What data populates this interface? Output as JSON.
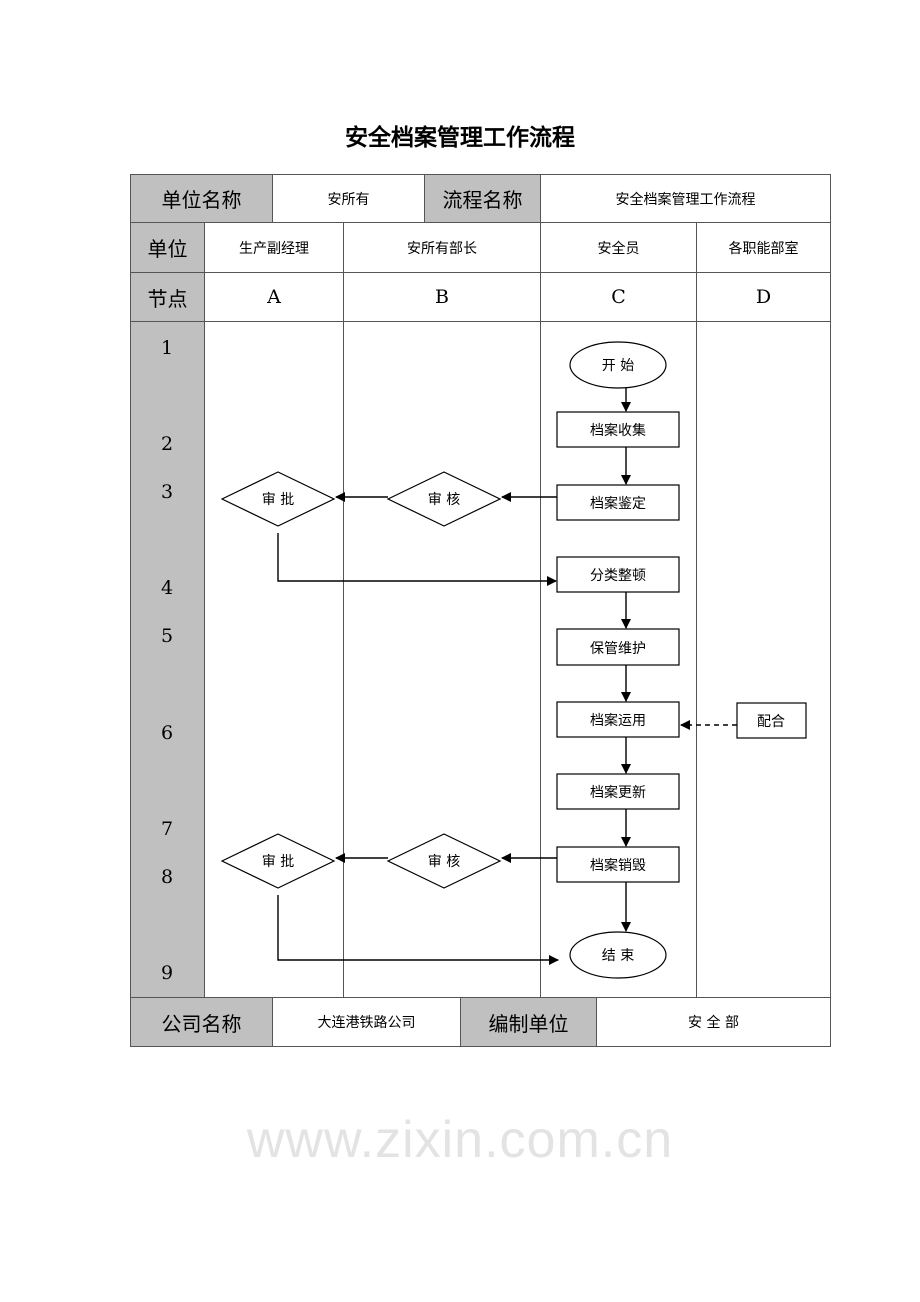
{
  "title": "安全档案管理工作流程",
  "header": {
    "unit_name_label": "单位名称",
    "unit_name_value": "安所有",
    "process_name_label": "流程名称",
    "process_name_value": "安全档案管理工作流程"
  },
  "units": {
    "label": "单位",
    "columns": [
      "生产副经理",
      "安所有部长",
      "安全员",
      "各职能部室"
    ]
  },
  "nodes": {
    "label": "节点",
    "columns": [
      "A",
      "B",
      "C",
      "D"
    ],
    "rows": [
      "1",
      "2",
      "3",
      "4",
      "5",
      "6",
      "7",
      "8",
      "9"
    ]
  },
  "flow": {
    "start": "开 始",
    "end": "结 束",
    "steps": [
      "档案收集",
      "档案鉴定",
      "分类整顿",
      "保管维护",
      "档案运用",
      "档案更新",
      "档案销毁"
    ],
    "approve": "审 批",
    "review": "审 核",
    "cooperate": "配合"
  },
  "footer": {
    "company_label": "公司名称",
    "company_value": "大连港铁路公司",
    "compiler_label": "编制单位",
    "compiler_value": "安 全 部"
  },
  "watermark": "www.zixin.com.cn"
}
